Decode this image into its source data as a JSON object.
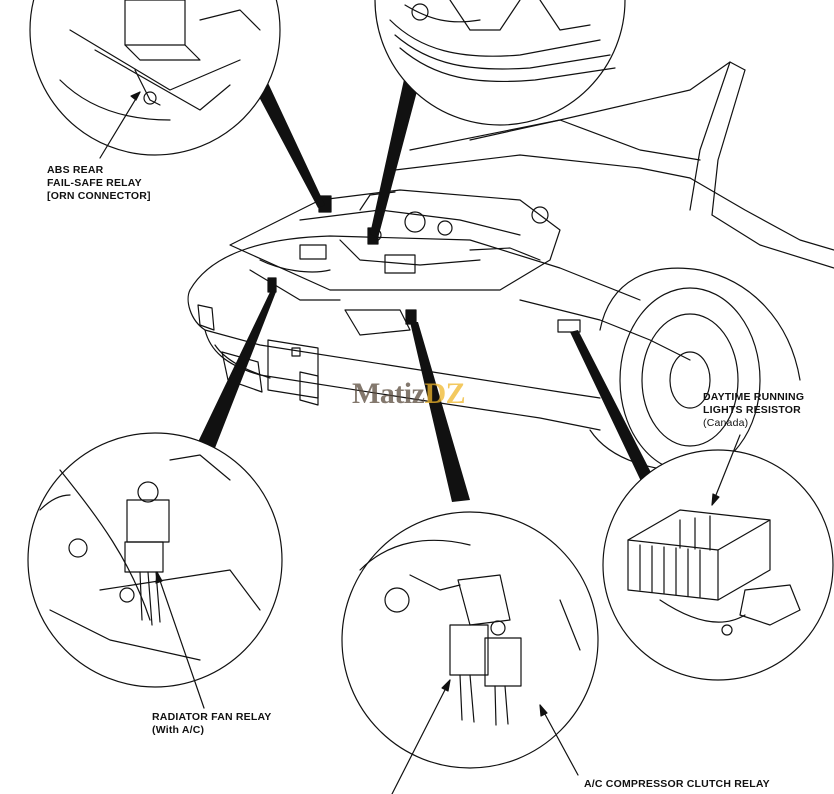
{
  "labels": {
    "abs_relay": [
      "ABS REAR",
      "FAIL-SAFE RELAY",
      "[ORN CONNECTOR]"
    ],
    "drl_resistor": [
      "DAYTIME RUNNING",
      "LIGHTS RESISTOR",
      "(Canada)"
    ],
    "radiator_relay": [
      "RADIATOR FAN RELAY",
      "(With A/C)"
    ],
    "ac_relay": "A/C COMPRESSOR CLUTCH RELAY"
  },
  "watermark": {
    "part1": "Matiz",
    "part2": "DZ"
  },
  "colors": {
    "ink": "#111111",
    "watermark_brown": "#5a4b3d",
    "watermark_gold": "#f0b72c"
  }
}
